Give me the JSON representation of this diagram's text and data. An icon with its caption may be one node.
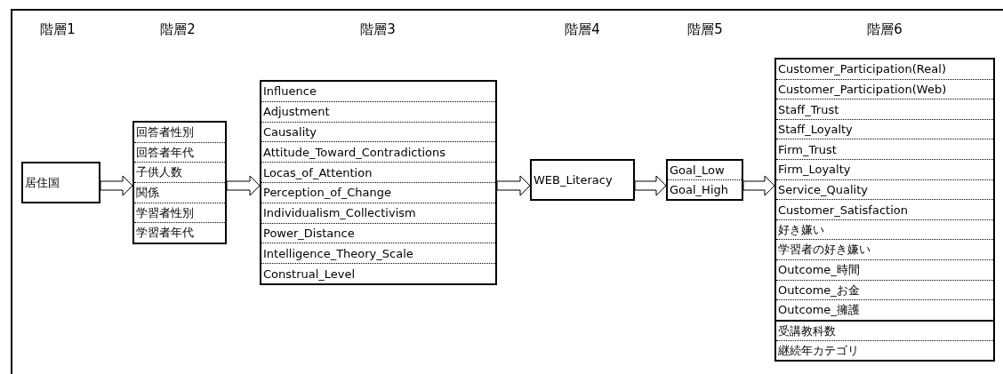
{
  "diagram": {
    "nodes": [
      {
        "text": [
          "居住国"
        ]
      },
      {
        "text": [
          "回答者性別",
          "回答者年代",
          "子供人数",
          "関係",
          "学習者性別",
          "学習者年代"
        ]
      },
      {
        "text": [
          "Influence",
          "Adjustment",
          "Causality",
          "Attitude_Toward_Contradictions",
          "Locas_of_Attention",
          "Perception_of_Change",
          "Individualism_Collectivism",
          "Power_Distance",
          "Intelligence_Theory_Scale",
          "Construal_Level"
        ]
      },
      {
        "text": [
          "WEB_Literacy"
        ]
      },
      {
        "text": [
          "Goal_Low",
          "Goal_High"
        ]
      },
      {
        "text": [
          "Customer_Participation(Real)",
          "Customer_Participation(Web)",
          "Staff_Trust",
          "Staff_Loyalty",
          "Firm_Trust",
          "Firm_Loyalty",
          "Service_Quality",
          "Customer_Satisfaction",
          "好き嫌い",
          "学習者の好き嫌い",
          "Outcome_時間",
          "Outcome_お金",
          "Outcome_擁護"
        ]
      },
      {
        "text": [
          "受講教科数",
          "継続年カテゴリ"
        ]
      }
    ],
    "edges": [
      {
        "from": 0,
        "to": 1,
        "arrow": "to"
      },
      {
        "from": 1,
        "to": 2,
        "arrow": "to"
      },
      {
        "from": 2,
        "to": 3,
        "arrow": "to"
      },
      {
        "from": 3,
        "to": 4,
        "arrow": "to"
      },
      {
        "from": 4,
        "to": 5,
        "arrow": "to"
      }
    ],
    "labels": [
      "階層1",
      "階層2",
      "階層3",
      "階層4",
      "階層5",
      "階層6"
    ]
  }
}
